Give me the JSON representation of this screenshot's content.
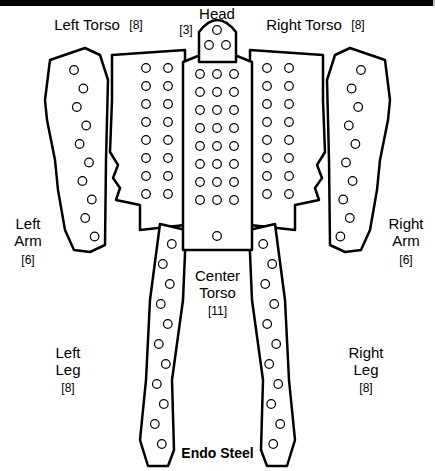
{
  "diagram": {
    "labels": [
      "Head",
      "[3]",
      "Left Torso",
      "[8]",
      "Right Torso",
      "[8]",
      "Left Arm",
      "[6]",
      "Right Arm",
      "[6]",
      "Center Torso",
      "[11]",
      "Left Leg",
      "[8]",
      "Right Leg",
      "[8]",
      "Endo Steel"
    ]
  }
}
